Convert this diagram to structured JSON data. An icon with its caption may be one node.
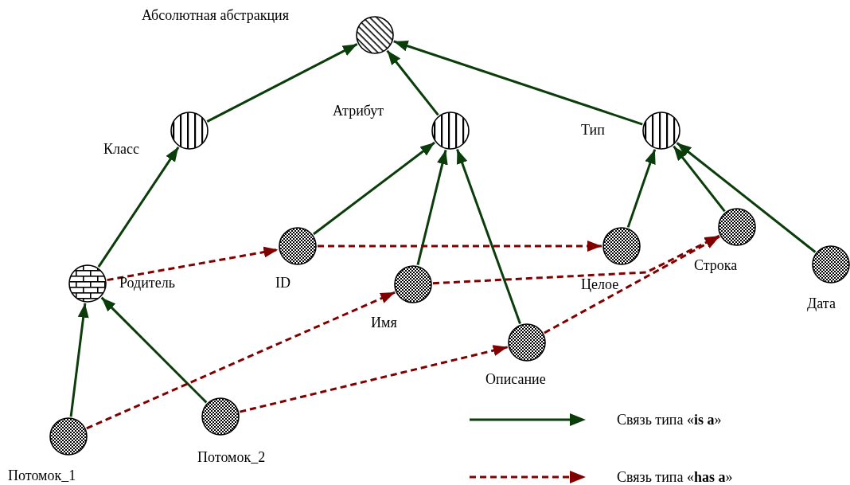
{
  "diagram": {
    "nodes": [
      {
        "text": [
          "Абсолютная абстракция"
        ]
      },
      {
        "text": [
          "Класс"
        ]
      },
      {
        "text": [
          "Атрибут"
        ]
      },
      {
        "text": [
          "Тип"
        ]
      },
      {
        "text": [
          "Родитель"
        ]
      },
      {
        "text": [
          "ID"
        ]
      },
      {
        "text": [
          "Имя"
        ]
      },
      {
        "text": [
          "Описание"
        ]
      },
      {
        "text": [
          "Целое"
        ]
      },
      {
        "text": [
          "Строка"
        ]
      },
      {
        "text": [
          "Дата"
        ]
      },
      {
        "text": [
          "Потомок_1"
        ]
      },
      {
        "text": [
          "Потомок_2"
        ]
      }
    ],
    "edges": [
      {
        "from": 1,
        "to": 0,
        "arrow": "to"
      },
      {
        "from": 2,
        "to": 0,
        "arrow": "to"
      },
      {
        "from": 3,
        "to": 0,
        "arrow": "to"
      },
      {
        "from": 4,
        "to": 1,
        "arrow": "to"
      },
      {
        "from": 5,
        "to": 2,
        "arrow": "to"
      },
      {
        "from": 6,
        "to": 2,
        "arrow": "to"
      },
      {
        "from": 7,
        "to": 2,
        "arrow": "to"
      },
      {
        "from": 8,
        "to": 3,
        "arrow": "to"
      },
      {
        "from": 9,
        "to": 3,
        "arrow": "to"
      },
      {
        "from": 10,
        "to": 3,
        "arrow": "to"
      },
      {
        "from": 11,
        "to": 4,
        "arrow": "to"
      },
      {
        "from": 12,
        "to": 4,
        "arrow": "to"
      },
      {
        "from": 4,
        "to": 5,
        "arrow": "to",
        "style": "dashed",
        "color": "#800000"
      },
      {
        "from": 5,
        "to": 8,
        "arrow": "to",
        "style": "dashed",
        "color": "#800000"
      },
      {
        "from": 6,
        "to": 9,
        "arrow": "to",
        "style": "dashed",
        "color": "#800000"
      },
      {
        "from": 11,
        "to": 6,
        "arrow": "to",
        "style": "dashed",
        "color": "#800000"
      },
      {
        "from": 12,
        "to": 7,
        "arrow": "to",
        "style": "dashed",
        "color": "#800000"
      },
      {
        "from": 7,
        "to": 9,
        "arrow": "to",
        "style": "dashed",
        "color": "#800000"
      }
    ],
    "legend": [
      {
        "text": "Связь типа «**is a**»"
      },
      {
        "text": "Связь типа «**has a**»"
      }
    ]
  }
}
